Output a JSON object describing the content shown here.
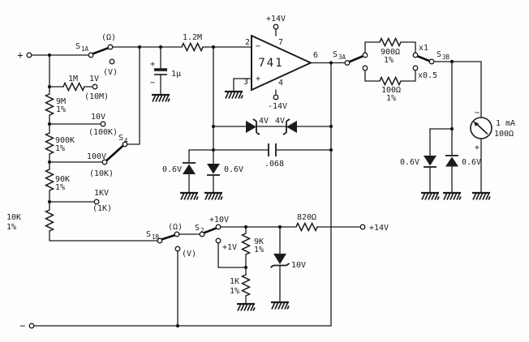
{
  "input_terminals": {
    "plus": "+",
    "minus": "−"
  },
  "supply_terminals": {
    "vplus_top": "+14V",
    "vminus": "-14V",
    "vplus_right": "+14V"
  },
  "opamp": {
    "part": "741",
    "pin2": "2",
    "pin3": "3",
    "pin4": "4",
    "pin6": "6",
    "pin7": "7",
    "inv": "−",
    "noninv": "+"
  },
  "switches": {
    "s1a": {
      "main": "S",
      "sub": "1A",
      "pos_ohm": "(Ω)",
      "pos_volt": "(V)"
    },
    "s1b": {
      "main": "S",
      "sub": "1B",
      "pos_ohm": "(Ω)",
      "pos_volt": "(V)"
    },
    "s2": {
      "main": "S",
      "sub": "2",
      "pos_10v": "+10V",
      "pos_1v": "+1V"
    },
    "s3a": {
      "main": "S",
      "sub": "3A"
    },
    "s3b": {
      "main": "S",
      "sub": "3B",
      "gain_x1": "x1",
      "gain_x05": "x0.5"
    },
    "s4": {
      "main": "S",
      "sub": "4"
    }
  },
  "divider": {
    "r_1m": "1M",
    "r_9m": {
      "value": "9M",
      "tol": "1%"
    },
    "r_900k": {
      "value": "900K",
      "tol": "1%"
    },
    "r_90k": {
      "value": "90K",
      "tol": "1%"
    },
    "r_10k": {
      "value": "10K",
      "tol": "1%"
    },
    "tap_1v": {
      "label": "1V",
      "range": "(10M)"
    },
    "tap_10v": {
      "label": "10V",
      "range": "(100K)"
    },
    "tap_100v": {
      "label": "100V",
      "range": "(10K)"
    },
    "tap_1kv": {
      "label": "1KV",
      "range": "(1K)"
    }
  },
  "amplifier": {
    "r_in": "1.2M",
    "cap_in": {
      "value": "1µ",
      "plus": "+",
      "minus": "−"
    },
    "zener_l": "4V",
    "zener_r": "4V",
    "cap_fb": ".068",
    "clamp_l": "0.6V",
    "clamp_r": "0.6V"
  },
  "output": {
    "r_900": {
      "value": "900Ω",
      "tol": "1%"
    },
    "r_100": {
      "value": "100Ω",
      "tol": "1%"
    },
    "clamp_l": "0.6V",
    "clamp_r": "0.6V",
    "meter": {
      "minus": "−",
      "plus": "+",
      "current": "1 mA",
      "resistance": "100Ω"
    }
  },
  "reference": {
    "r_9k": {
      "value": "9K",
      "tol": "1%"
    },
    "r_1k": {
      "value": "1K",
      "tol": "1%"
    },
    "zener": "10V",
    "r_820": "820Ω"
  }
}
